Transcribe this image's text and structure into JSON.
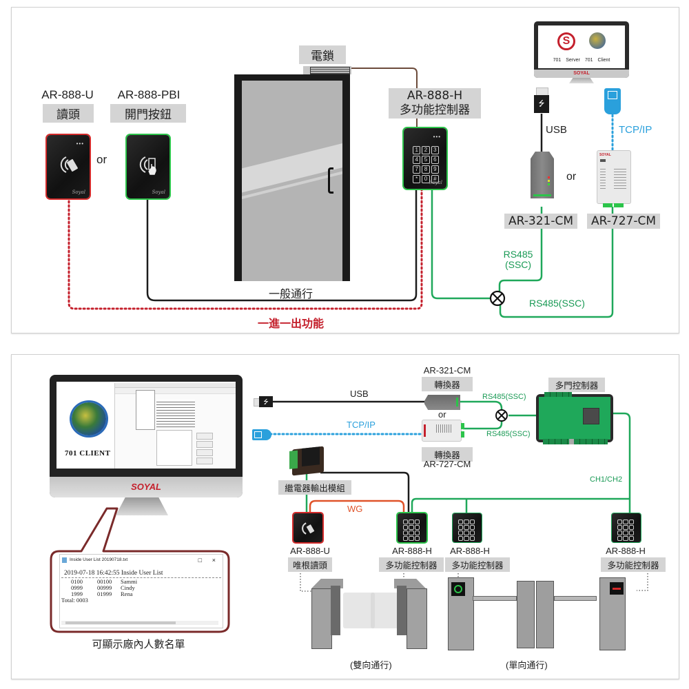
{
  "top_panel": {
    "reader": {
      "model": "AR-888-U",
      "role": "讀頭"
    },
    "button": {
      "model": "AR-888-PBI",
      "role": "開門按鈕"
    },
    "or_1": "or",
    "lock": {
      "label": "電鎖"
    },
    "controller": {
      "model": "AR-888-H",
      "role": "多功能控制器",
      "keys": [
        "1",
        "2",
        "3",
        "4",
        "5",
        "6",
        "7",
        "8",
        "9",
        "*",
        "0",
        "#"
      ]
    },
    "computer": {
      "apps": [
        "701 Server",
        "701 Client"
      ],
      "brand": "SOYAL"
    },
    "usb_label": "USB",
    "tcpip_label": "TCP/IP",
    "or_2": "or",
    "converter_usb": {
      "model": "AR-321-CM"
    },
    "converter_ip": {
      "model": "AR-727-CM",
      "brand": "SOYAL"
    },
    "rs485_a": "RS485\n(SSC)",
    "rs485_b": "RS485(SSC)",
    "general_pass": "一般通行",
    "anti_passback": "一進一出功能"
  },
  "bottom_panel": {
    "computer": {
      "app_logo_text": "701 CLIENT",
      "brand": "SOYAL"
    },
    "usb_label": "USB",
    "tcpip_label": "TCP/IP",
    "converter_usb": {
      "model": "AR-321-CM",
      "role": "轉換器"
    },
    "or": "or",
    "converter_ip": {
      "model": "AR-727-CM",
      "role": "轉換器"
    },
    "rs485_top": "RS485(SSC)",
    "rs485_bottom": "RS485(SSC)",
    "multi_door_controller": "多門控制器",
    "relay_module": "繼電器輸出模組",
    "wg_label": "WG",
    "channel_label": "CH1/CH2",
    "devices": [
      {
        "model": "AR-888-U",
        "role": "唯根讀頭"
      },
      {
        "model": "AR-888-H",
        "role": "多功能控制器"
      },
      {
        "model": "AR-888-H",
        "role": "多功能控制器"
      },
      {
        "model": "AR-888-H",
        "role": "多功能控制器"
      }
    ],
    "bidirectional": "(雙向通行)",
    "unidirectional": "(單向通行)",
    "user_list_window": {
      "title": "Inside User List 20190718.txt",
      "header_line": "2019-07-18 16:42:55 Inside User List",
      "rows": [
        {
          "col1": "0100",
          "col2": "00100",
          "name": "Sammi"
        },
        {
          "col1": "0999",
          "col2": "00999",
          "name": "Cindy"
        },
        {
          "col1": "1999",
          "col2": "01999",
          "name": "Rena"
        }
      ],
      "total": "Total: 0003"
    },
    "caption": "可顯示廠內人數名單"
  },
  "colors": {
    "rs485_green": "#1fa85a",
    "tcpip_blue": "#2aa0dc",
    "anti_passback_red": "#c4202c",
    "wg_orange": "#e0532a",
    "callout_maroon": "#7a2a2a"
  }
}
